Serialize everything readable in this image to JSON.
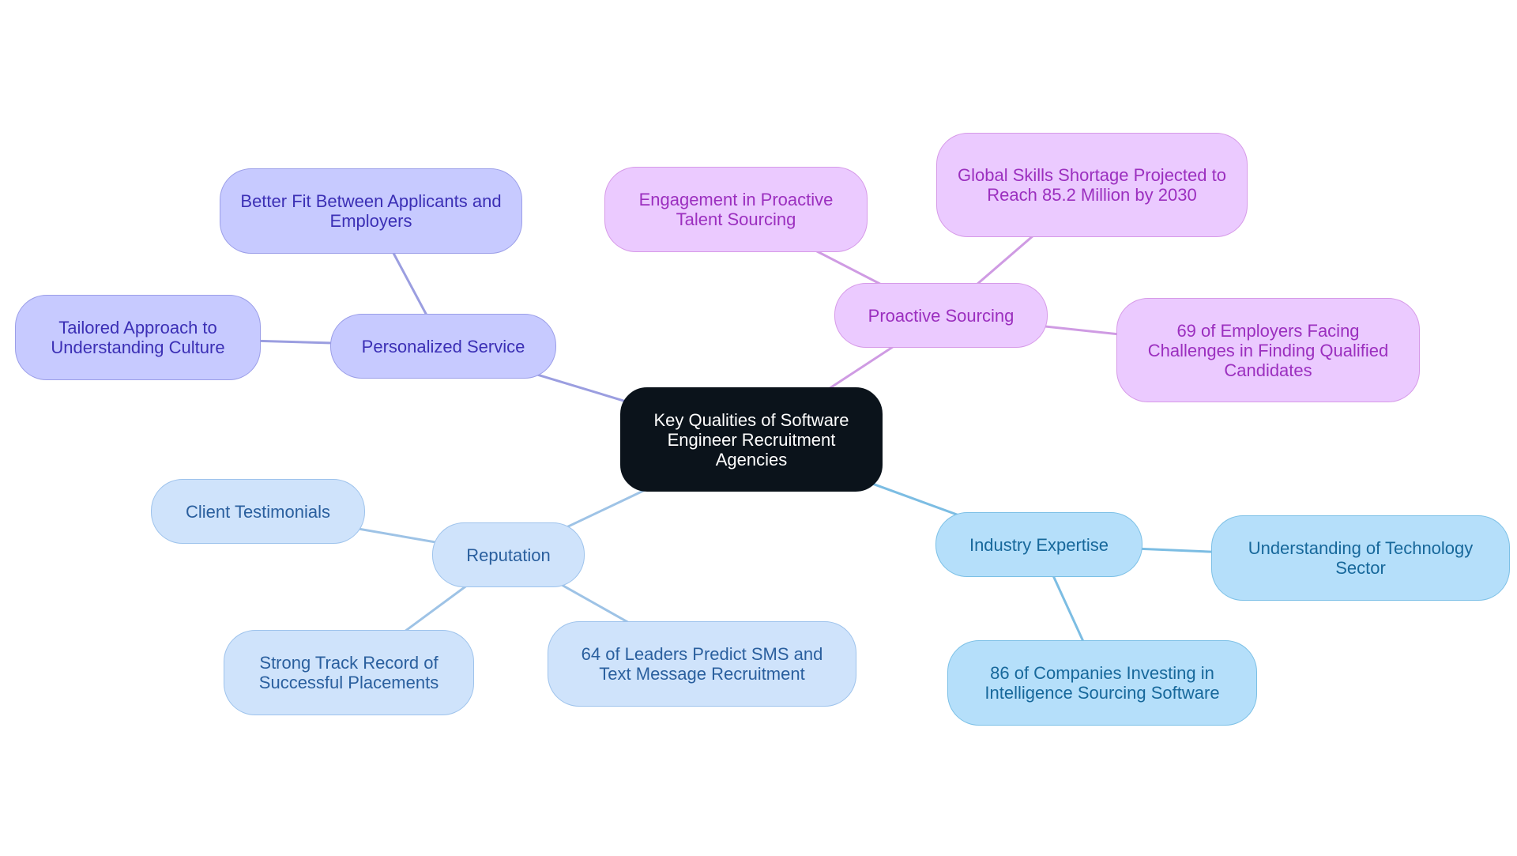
{
  "root": {
    "label": "Key Qualities of Software Engineer Recruitment Agencies"
  },
  "branches": [
    {
      "id": "personalized",
      "label": "Personalized Service",
      "colors": {
        "fill": "#c7caff",
        "stroke": "#9b9ee8",
        "text": "#3b2fb5",
        "edge": "#9b9ee0"
      },
      "children": [
        {
          "id": "better-fit",
          "label": "Better Fit Between Applicants and Employers"
        },
        {
          "id": "tailored",
          "label": "Tailored Approach to Understanding Culture"
        }
      ]
    },
    {
      "id": "proactive",
      "label": "Proactive Sourcing",
      "colors": {
        "fill": "#ebcaff",
        "stroke": "#d69ae8",
        "text": "#9b2fbf",
        "edge": "#cf9be3"
      },
      "children": [
        {
          "id": "engagement",
          "label": "Engagement in Proactive Talent Sourcing"
        },
        {
          "id": "skills-shortage",
          "label": "Global Skills Shortage Projected to Reach 85.2 Million by 2030"
        },
        {
          "id": "employers-69",
          "label": "69 of Employers Facing Challenges in Finding Qualified Candidates"
        }
      ]
    },
    {
      "id": "reputation",
      "label": "Reputation",
      "colors": {
        "fill": "#cfe3fb",
        "stroke": "#9ec3ec",
        "text": "#2a5f9e",
        "edge": "#9ec3e6"
      },
      "children": [
        {
          "id": "testimonials",
          "label": "Client Testimonials"
        },
        {
          "id": "track-record",
          "label": "Strong Track Record of Successful Placements"
        },
        {
          "id": "leaders-64",
          "label": "64 of Leaders Predict SMS and Text Message Recruitment"
        }
      ]
    },
    {
      "id": "industry",
      "label": "Industry Expertise",
      "colors": {
        "fill": "#b5dffa",
        "stroke": "#7cc0e6",
        "text": "#17689b",
        "edge": "#7cbde3"
      },
      "children": [
        {
          "id": "tech-sector",
          "label": "Understanding of Technology Sector"
        },
        {
          "id": "companies-86",
          "label": "86 of Companies Investing in Intelligence Sourcing Software"
        }
      ]
    }
  ]
}
